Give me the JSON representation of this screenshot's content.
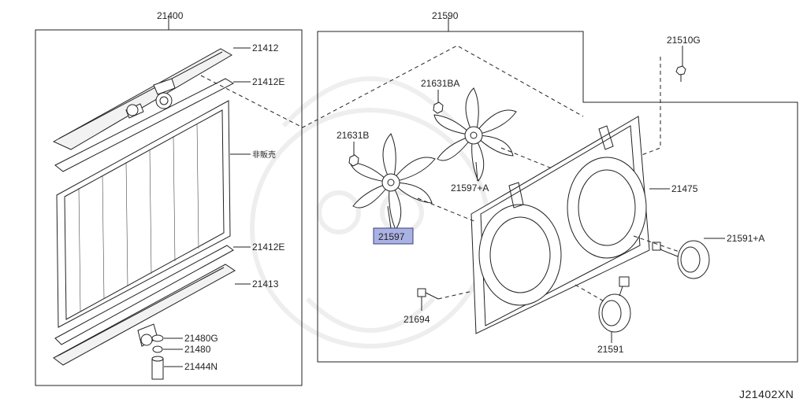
{
  "diagram_code": "J21402XN",
  "groups": {
    "radiator": "21400",
    "fan_assembly": "21590"
  },
  "callouts": {
    "p21412": "21412",
    "p21412E_top": "21412E",
    "not_for_sale": "非販売",
    "p21412E_bottom": "21412E",
    "p21413": "21413",
    "p21480G": "21480G",
    "p21480": "21480",
    "p21444N": "21444N",
    "p21631BA": "21631BA",
    "p21631B": "21631B",
    "p21597A": "21597+A",
    "p21597": "21597",
    "p21510G": "21510G",
    "p21475": "21475",
    "p21591A": "21591+A",
    "p21694": "21694",
    "p21591": "21591"
  },
  "colors": {
    "highlight": "#a9b2e3",
    "line": "#222222"
  }
}
